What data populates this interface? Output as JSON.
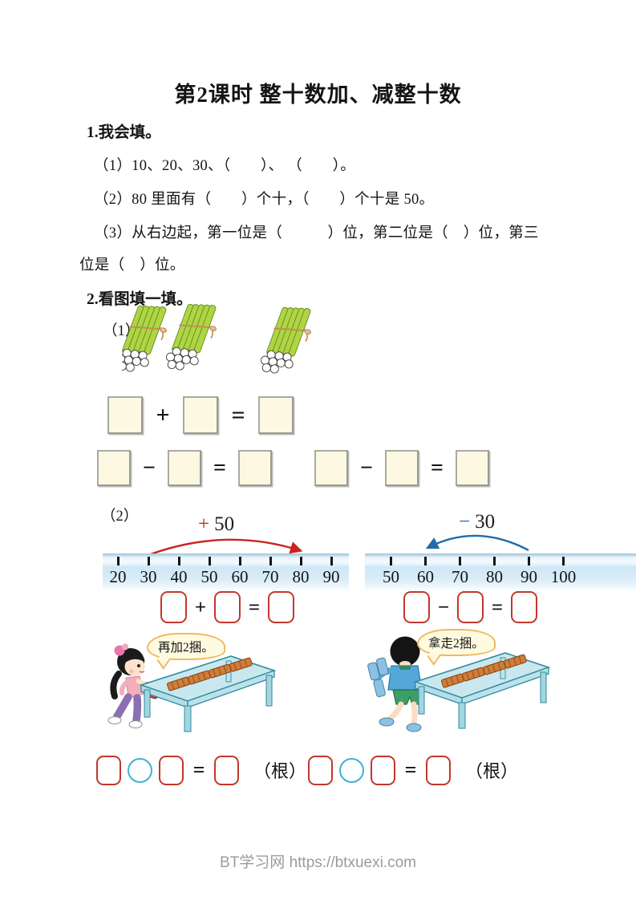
{
  "page": {
    "title": "第2课时 整十数加、减整十数",
    "footer": "BT学习网 https://btxuexi.com"
  },
  "ops": {
    "plus": "+",
    "minus": "−",
    "equals": "="
  },
  "section1": {
    "heading": "1.我会填。",
    "line1": "（1）10、20、30、（　　）、 （　　）。",
    "line2": "（2）80 里面有（　　）个十，（　　）个十是 50。",
    "line3": "（3）从右边起，第一位是（　　　）位，第二位是（　）位，第三",
    "line4": "位是（　）位。"
  },
  "section2": {
    "heading": "2.看图填一填。",
    "part1_label": "（1）",
    "part2_label": "（2）",
    "numberline_left": {
      "sign": "+",
      "value": "50",
      "start": "30",
      "end": "80",
      "ticks": [
        "20",
        "30",
        "40",
        "50",
        "60",
        "70",
        "80",
        "90"
      ]
    },
    "numberline_right": {
      "sign": "−",
      "value": "30",
      "start": "90",
      "end": "60",
      "ticks": [
        "50",
        "60",
        "70",
        "80",
        "90",
        "100"
      ]
    },
    "bubble_left": "再加2捆。",
    "bubble_right": "拿走2捆。",
    "table_bundles_count": 4,
    "unit": "（根）"
  },
  "colors": {
    "arc_red": "#c9251d",
    "arc_blue": "#1f6bad",
    "answer_box_red": "#c2372b",
    "circle_blue": "#41b2d3",
    "band_blue": "#d9ecf8",
    "cream_box": "#fcf8e2"
  }
}
